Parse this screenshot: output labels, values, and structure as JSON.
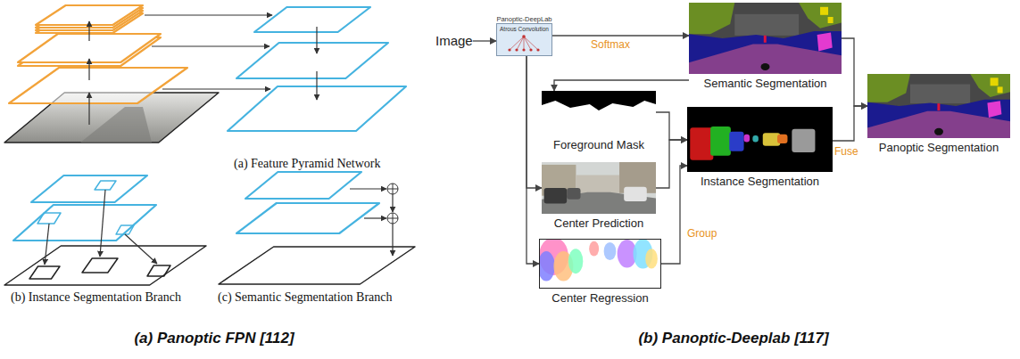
{
  "diagram": {
    "nodes": [
      {
        "text": [
          "Image"
        ]
      },
      {
        "text": [
          "Panoptic-DeepLab",
          "Atrous Convolution"
        ]
      },
      {
        "text": [
          "Semantic Segmentation"
        ]
      },
      {
        "text": [
          "Panoptic Segmentation"
        ]
      },
      {
        "text": [
          "Foreground Mask"
        ]
      },
      {
        "text": [
          "Instance Segmentation"
        ]
      },
      {
        "text": [
          "Center Prediction"
        ]
      },
      {
        "text": [
          "Center Regression"
        ]
      }
    ],
    "edges": [
      {
        "from": 0,
        "to": 1,
        "arrow": "to"
      },
      {
        "from": 1,
        "to": 2,
        "label": "Softmax",
        "arrow": "to"
      },
      {
        "from": 2,
        "to": 4,
        "arrow": "to"
      },
      {
        "from": 1,
        "to": 6,
        "arrow": "to"
      },
      {
        "from": 1,
        "to": 7,
        "arrow": "to"
      },
      {
        "from": 4,
        "to": 5,
        "arrow": "to"
      },
      {
        "from": 6,
        "to": 5,
        "arrow": "to"
      },
      {
        "from": 7,
        "to": 5,
        "label": "Group",
        "arrow": "to"
      },
      {
        "from": 2,
        "to": 3,
        "arrow": "to"
      },
      {
        "from": 5,
        "to": 3,
        "label": "Fuse",
        "arrow": "to"
      }
    ],
    "labels": [
      "(a) Feature Pyramid Network",
      "(b) Instance Segmentation Branch",
      "(c) Semantic Segmentation Branch",
      "(a) Panoptic FPN [112]",
      "(b) Panoptic-Deeplab [117]"
    ]
  }
}
